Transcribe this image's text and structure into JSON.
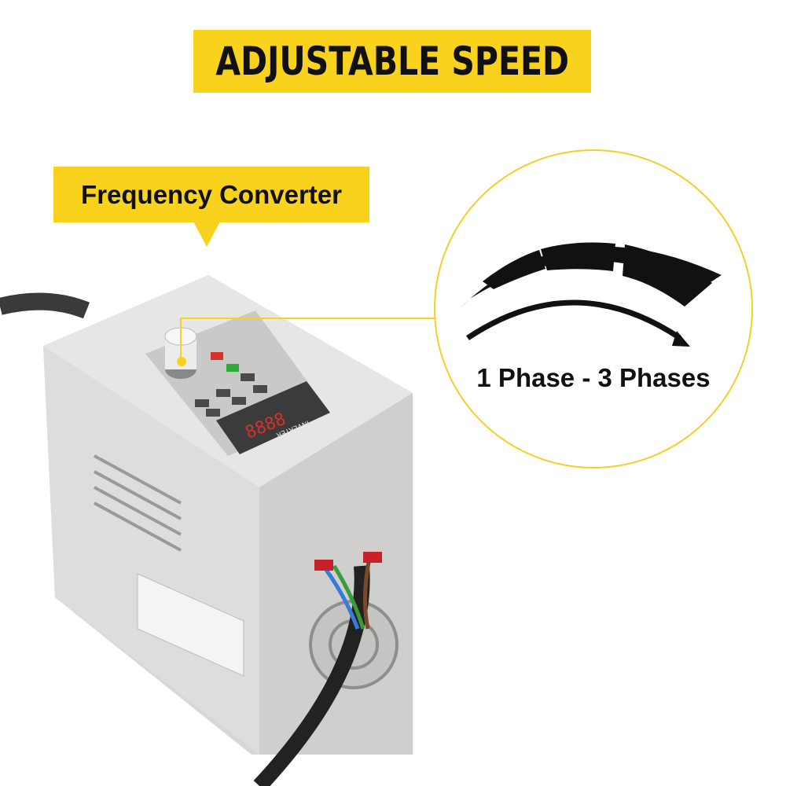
{
  "banner": {
    "title": "ADJUSTABLE SPEED"
  },
  "callout": {
    "label": "Frequency Converter"
  },
  "feature": {
    "label": "1 Phase - 3 Phases",
    "icon": "speed-gauge-arrow-icon"
  },
  "colors": {
    "accent": "#F8D21C",
    "device": "#DCDDDB",
    "display_led": "#D8302A"
  },
  "device": {
    "display_brand": "INVERTER",
    "display_digits": "8888"
  }
}
